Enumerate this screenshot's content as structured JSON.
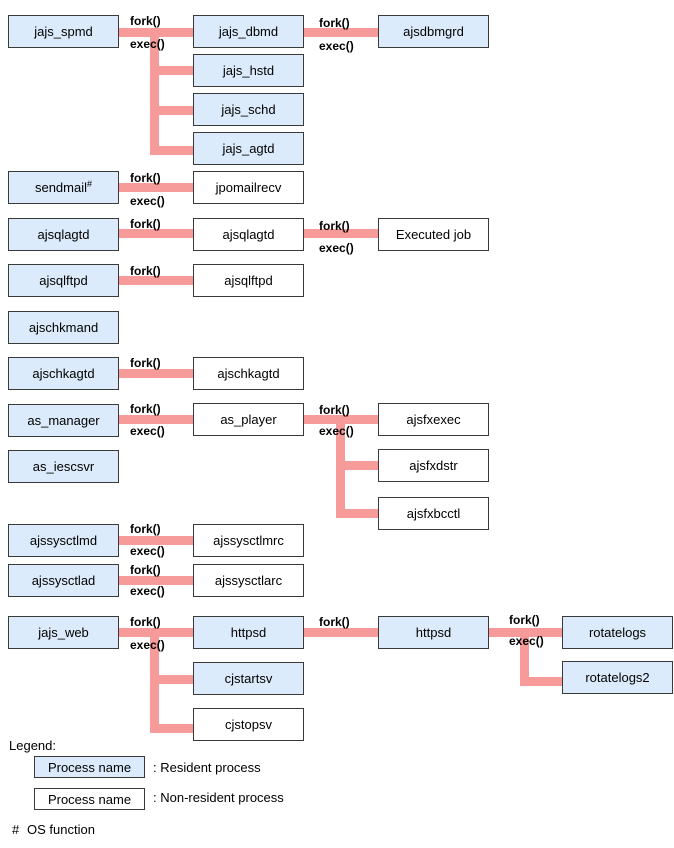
{
  "fork_label": "fork()",
  "exec_label": "exec()",
  "processes": {
    "jajs_spmd": "jajs_spmd",
    "jajs_dbmd": "jajs_dbmd",
    "ajsdbmgrd": "ajsdbmgrd",
    "jajs_hstd": "jajs_hstd",
    "jajs_schd": "jajs_schd",
    "jajs_agtd": "jajs_agtd",
    "sendmail": "sendmail",
    "jpomailrecv": "jpomailrecv",
    "ajsqlagtd_1": "ajsqlagtd",
    "ajsqlagtd_2": "ajsqlagtd",
    "executed_job": "Executed job",
    "ajsqlftpd_1": "ajsqlftpd",
    "ajsqlftpd_2": "ajsqlftpd",
    "ajschkmand": "ajschkmand",
    "ajschkagtd_1": "ajschkagtd",
    "ajschkagtd_2": "ajschkagtd",
    "as_manager": "as_manager",
    "as_player": "as_player",
    "ajsfxexec": "ajsfxexec",
    "ajsfxdstr": "ajsfxdstr",
    "ajsfxbcctl": "ajsfxbcctl",
    "as_iescsvr": "as_iescsvr",
    "ajssysctlmd": "ajssysctlmd",
    "ajssysctlmrc": "ajssysctlmrc",
    "ajssysctlad": "ajssysctlad",
    "ajssysctlarc": "ajssysctlarc",
    "jajs_web": "jajs_web",
    "httpsd_1": "httpsd",
    "httpsd_2": "httpsd",
    "rotatelogs": "rotatelogs",
    "rotatelogs2": "rotatelogs2",
    "cjstartsv": "cjstartsv",
    "cjstopsv": "cjstopsv"
  },
  "os_function_mark": "#",
  "legend": {
    "title": "Legend:",
    "resident_box": "Process name",
    "resident_desc": ": Resident process",
    "nonresident_box": "Process name",
    "nonresident_desc": ": Non-resident process",
    "os_mark": "#",
    "os_desc": "OS function"
  },
  "colors": {
    "resident_fill": "#dcebfb",
    "nonresident_fill": "#ffffff",
    "connector": "#f79a9a"
  }
}
